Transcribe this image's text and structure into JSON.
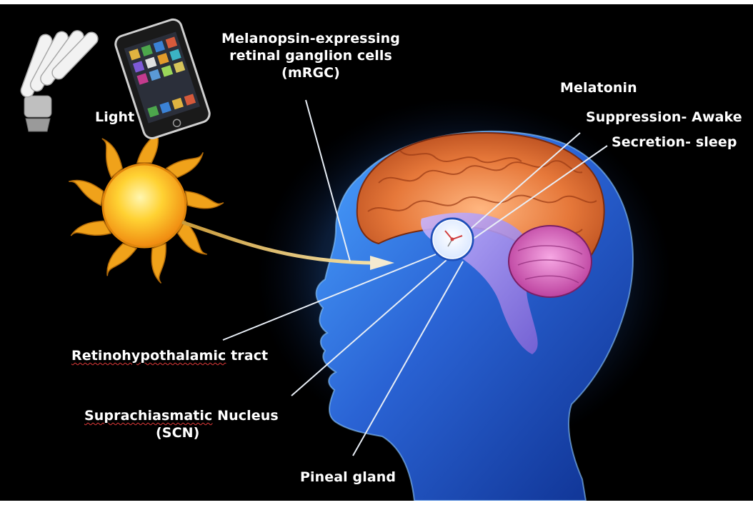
{
  "colors": {
    "background": "#000000",
    "head_blue": "#2f6fd6",
    "brain_orange": "#e8843f",
    "cerebellum_pink": "#e46bc8",
    "sun_core": "#ffd233",
    "sun_rays": "#f0a21a",
    "pointer_lines": "#e8eef6",
    "misspelling_underline": "#e23b3b"
  },
  "icons": [
    "cfl-bulb-icon",
    "smartphone-icon",
    "sun-icon",
    "clock-icon",
    "head-silhouette",
    "brain"
  ],
  "labels": {
    "light": "Light",
    "mrgc_line1": "Melanopsin-expressing",
    "mrgc_line2": "retinal ganglion cells",
    "mrgc_line3": "(mRGC)",
    "melatonin": "Melatonin",
    "suppression": "Suppression- Awake",
    "secretion": "Secretion- sleep",
    "rht_part1": "Retinohypothalamic",
    "rht_part2": " tract",
    "scn_part1": "Suprachiasmatic",
    "scn_part2": " Nucleus",
    "scn_line2": "(SCN)",
    "pineal": "Pineal gland"
  }
}
